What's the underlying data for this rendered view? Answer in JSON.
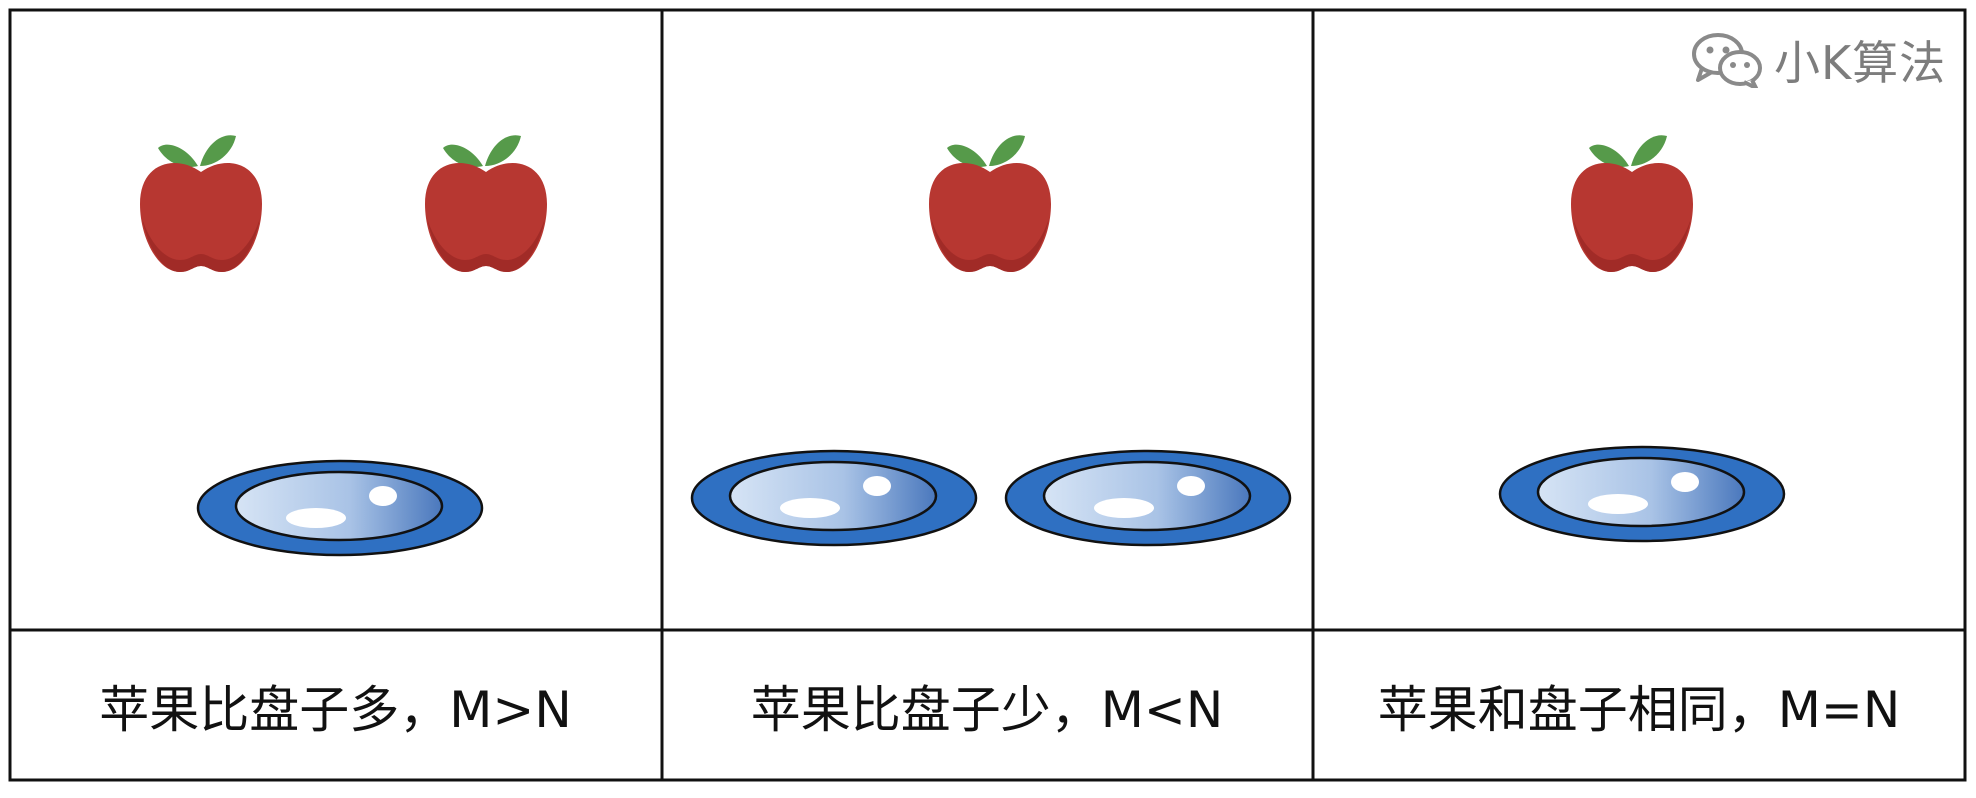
{
  "watermark": {
    "icon": "wechat-icon",
    "text": "小K算法"
  },
  "panels": [
    {
      "apples": 2,
      "plates": 1,
      "caption": "苹果比盘子多，M>N"
    },
    {
      "apples": 1,
      "plates": 2,
      "caption": "苹果比盘子少，M<N"
    },
    {
      "apples": 1,
      "plates": 1,
      "caption": "苹果和盘子相同，M=N"
    }
  ],
  "colors": {
    "border": "#111111",
    "apple": "#b73731",
    "apple_shadow": "#a12b27",
    "leaf": "#569a4a",
    "plate_rim": "#2f70c2",
    "plate_center_light": "#d2e1f3",
    "plate_center_dark": "#4f7dbf"
  }
}
